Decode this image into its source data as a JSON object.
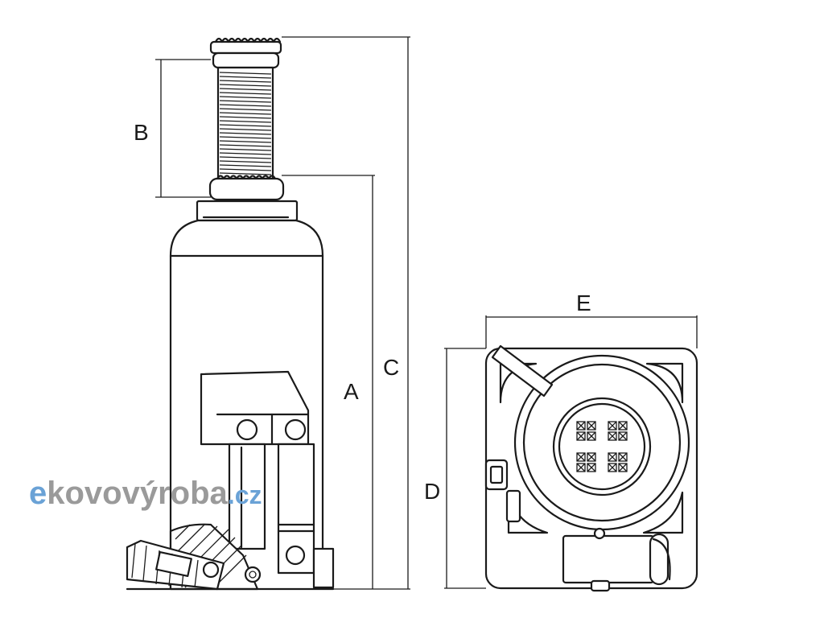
{
  "dimensions": {
    "a": "A",
    "b": "B",
    "c": "C",
    "d": "D",
    "e": "E"
  },
  "watermark": {
    "e_letter": "e",
    "middle": "kovový",
    "end": "roba",
    "tld": ".cz",
    "colors": {
      "blue": "#6aa2d6",
      "gray": "#9a9a9a"
    }
  }
}
